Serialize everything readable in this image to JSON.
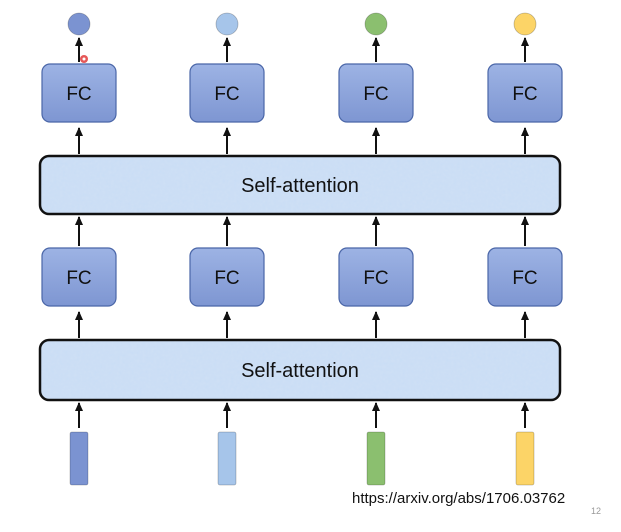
{
  "fc_label": "FC",
  "attention_label": "Self-attention",
  "source_link": "https://arxiv.org/abs/1706.03762",
  "page_number": "12",
  "colors": {
    "fc_fill": "#8aa3dc",
    "fc_stroke": "#4a66a8",
    "attention_fill": "#cfe0f5",
    "attention_stroke": "#111111",
    "arrow": "#111111",
    "cursor_dot": "#e23b3b"
  },
  "columns": [
    {
      "input_color": "#7b93d1",
      "output_color": "#7b93d1"
    },
    {
      "input_color": "#a6c5ea",
      "output_color": "#a6c5ea"
    },
    {
      "input_color": "#8bbf6f",
      "output_color": "#8bbf6f"
    },
    {
      "input_color": "#fcd467",
      "output_color": "#fcd467"
    }
  ]
}
